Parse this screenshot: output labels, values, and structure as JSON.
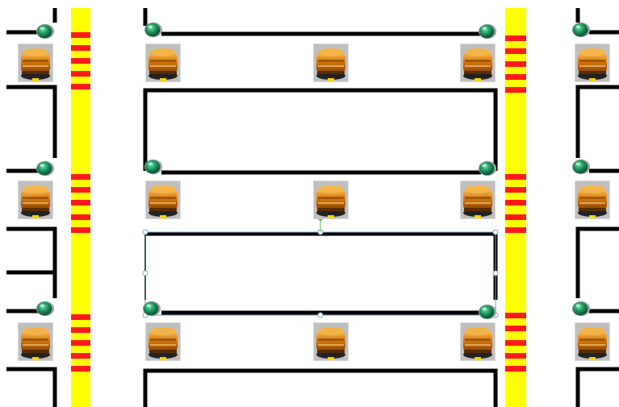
{
  "colors": {
    "background": "#ffffff",
    "wall": "#000000",
    "crosswalk_stripe": "#ffff00",
    "crosswalk_bar": "#ff1a1a",
    "signal_light": "#1a8f5a",
    "beacon_body": "#d97a0a",
    "selection_outline": "#7aa7c7"
  },
  "icons": {
    "signal": "green-signal-light-icon",
    "beacon": "amber-beacon-light-icon"
  },
  "diagram": {
    "selected_shape": "rectangle",
    "row_count": 3,
    "crosswalk_count": 2,
    "bars_per_crosswalk_row": 5
  }
}
